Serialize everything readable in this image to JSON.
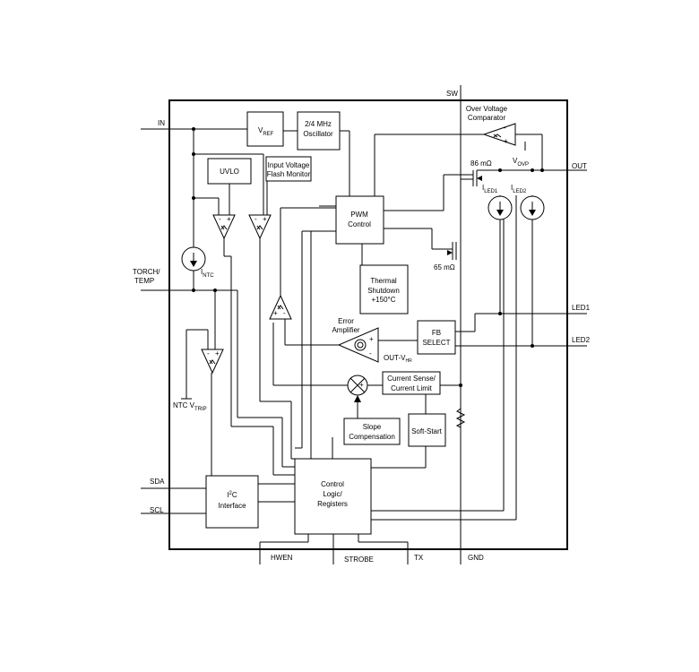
{
  "pins": {
    "in": "IN",
    "torch_temp_1": "TORCH/",
    "torch_temp_2": "TEMP",
    "sda": "SDA",
    "scl": "SCL",
    "sw": "SW",
    "out": "OUT",
    "led1": "LED1",
    "led2": "LED2",
    "hwen": "HWEN",
    "strobe": "STROBE",
    "tx": "TX",
    "gnd": "GND"
  },
  "blocks": {
    "vref_main": "V",
    "vref_sub": "REF",
    "oscillator_1": "2/4 MHz",
    "oscillator_2": "Oscillator",
    "uvlo": "UVLO",
    "flash_monitor_1": "Input Voltage",
    "flash_monitor_2": "Flash Monitor",
    "pwm_1": "PWM",
    "pwm_2": "Control",
    "thermal_1": "Thermal",
    "thermal_2": "Shutdown",
    "thermal_3": "+150°C",
    "fb_select_1": "FB",
    "fb_select_2": "SELECT",
    "current_sense_1": "Current Sense/",
    "current_sense_2": "Current Limit",
    "slope_1": "Slope",
    "slope_2": "Compensation",
    "soft_start": "Soft-Start",
    "control_1": "Control",
    "control_2": "Logic/",
    "control_3": "Registers",
    "i2c_i": "I",
    "i2c_sup": "2",
    "i2c_c": "C",
    "i2c_2": "Interface"
  },
  "labels": {
    "ovp_comp_1": "Over Voltage",
    "ovp_comp_2": "Comparator",
    "vovp_main": "V",
    "vovp_sub": "OVP",
    "r_pmos": "86 mΩ",
    "r_nmos": "65 mΩ",
    "iled1_main": "I",
    "iled1_sub": "LED1",
    "iled2_main": "I",
    "iled2_sub": "LED2",
    "intc_main": "I",
    "intc_sub": "NTC",
    "ntc_vtrip_main": "NTC V",
    "ntc_vtrip_sub": "TRIP",
    "error_amp_1": "Error",
    "error_amp_2": "Amplifier",
    "out_vhr_main": "OUT-V",
    "out_vhr_sub": "HR"
  },
  "colors": {
    "line": "#000000",
    "background": "#ffffff"
  }
}
